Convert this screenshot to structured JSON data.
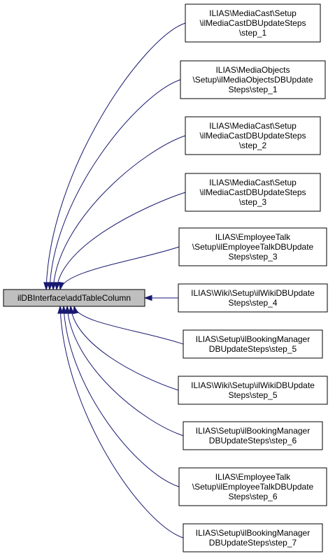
{
  "root": {
    "label": "ilDBInterface\\addTableColumn"
  },
  "callers": [
    {
      "lines": [
        "ILIAS\\MediaCast\\Setup",
        "\\ilMediaCastDBUpdateSteps",
        "\\step_1"
      ]
    },
    {
      "lines": [
        "ILIAS\\MediaObjects",
        "\\Setup\\ilMediaObjectsDBUpdate",
        "Steps\\step_1"
      ]
    },
    {
      "lines": [
        "ILIAS\\MediaCast\\Setup",
        "\\ilMediaCastDBUpdateSteps",
        "\\step_2"
      ]
    },
    {
      "lines": [
        "ILIAS\\MediaCast\\Setup",
        "\\ilMediaCastDBUpdateSteps",
        "\\step_3"
      ]
    },
    {
      "lines": [
        "ILIAS\\EmployeeTalk",
        "\\Setup\\ilEmployeeTalkDBUpdate",
        "Steps\\step_3"
      ]
    },
    {
      "lines": [
        "ILIAS\\Wiki\\Setup\\ilWikiDBUpdate",
        "Steps\\step_4"
      ]
    },
    {
      "lines": [
        "ILIAS\\Setup\\ilBookingManager",
        "DBUpdateSteps\\step_5"
      ]
    },
    {
      "lines": [
        "ILIAS\\Wiki\\Setup\\ilWikiDBUpdate",
        "Steps\\step_5"
      ]
    },
    {
      "lines": [
        "ILIAS\\Setup\\ilBookingManager",
        "DBUpdateSteps\\step_6"
      ]
    },
    {
      "lines": [
        "ILIAS\\EmployeeTalk",
        "\\Setup\\ilEmployeeTalkDBUpdate",
        "Steps\\step_6"
      ]
    },
    {
      "lines": [
        "ILIAS\\Setup\\ilBookingManager",
        "DBUpdateSteps\\step_7"
      ]
    }
  ],
  "colors": {
    "edge": "#191970",
    "root_fill": "#bfbfbf",
    "node_fill": "#ffffff"
  }
}
